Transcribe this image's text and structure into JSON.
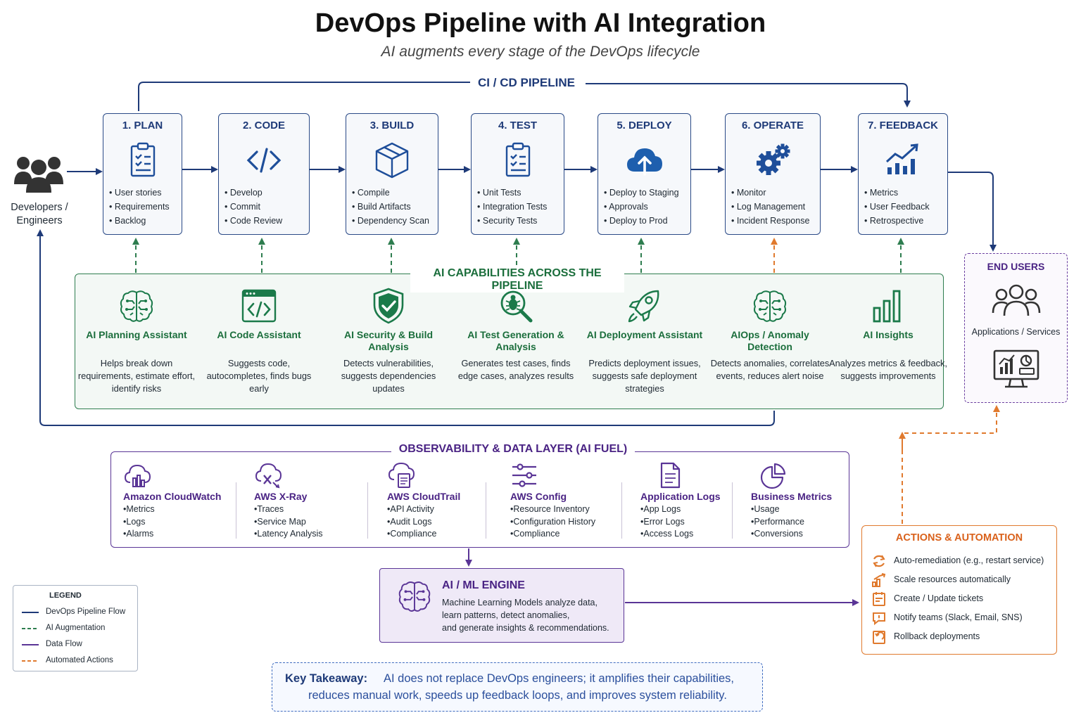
{
  "title": "DevOps Pipeline with AI Integration",
  "subtitle": "AI augments every stage of the DevOps lifecycle",
  "cicd_label": "CI / CD PIPELINE",
  "developers_label": [
    "Developers /",
    "Engineers"
  ],
  "stages": [
    {
      "title": "1. PLAN",
      "icon": "clipboard-icon",
      "items": [
        "User stories",
        "Requirements",
        "Backlog"
      ]
    },
    {
      "title": "2. CODE",
      "icon": "code-icon",
      "items": [
        "Develop",
        "Commit",
        "Code Review"
      ]
    },
    {
      "title": "3. BUILD",
      "icon": "package-box-icon",
      "items": [
        "Compile",
        "Build Artifacts",
        "Dependency Scan"
      ]
    },
    {
      "title": "4. TEST",
      "icon": "checklist-icon",
      "items": [
        "Unit Tests",
        "Integration Tests",
        "Security Tests"
      ]
    },
    {
      "title": "5. DEPLOY",
      "icon": "cloud-upload-icon",
      "items": [
        "Deploy to Staging",
        "Approvals",
        "Deploy to Prod"
      ]
    },
    {
      "title": "6. OPERATE",
      "icon": "gears-icon",
      "items": [
        "Monitor",
        "Log Management",
        "Incident Response"
      ]
    },
    {
      "title": "7. FEEDBACK",
      "icon": "chart-growth-icon",
      "items": [
        "Metrics",
        "User Feedback",
        "Retrospective"
      ]
    }
  ],
  "ai_panel_title": "AI CAPABILITIES ACROSS THE PIPELINE",
  "ai_capabilities": [
    {
      "title": "AI Planning Assistant",
      "icon": "brain-icon",
      "desc": "Helps break down requirements, estimate effort, identify risks"
    },
    {
      "title": "AI Code Assistant",
      "icon": "code-window-icon",
      "desc": "Suggests code, autocompletes, finds bugs early"
    },
    {
      "title": "AI Security & Build Analysis",
      "icon": "shield-check-icon",
      "desc": "Detects vulnerabilities, suggests dependencies updates"
    },
    {
      "title": "AI Test Generation & Analysis",
      "icon": "bug-search-icon",
      "desc": "Generates test cases, finds edge cases, analyzes results"
    },
    {
      "title": "AI Deployment Assistant",
      "icon": "rocket-icon",
      "desc": "Predicts deployment issues, suggests safe deployment strategies"
    },
    {
      "title": "AIOps / Anomaly Detection",
      "icon": "brain-icon",
      "desc": "Detects anomalies, correlates events, reduces alert noise"
    },
    {
      "title": "AI Insights",
      "icon": "bar-chart-icon",
      "desc": "Analyzes metrics & feedback, suggests improvements"
    }
  ],
  "end_users": {
    "title": "END USERS",
    "subtitle": "Applications / Services"
  },
  "observability_title": "OBSERVABILITY & DATA LAYER (AI FUEL)",
  "observability": [
    {
      "title": "Amazon CloudWatch",
      "icon": "cloud-chart-icon",
      "items": [
        "Metrics",
        "Logs",
        "Alarms"
      ]
    },
    {
      "title": "AWS X-Ray",
      "icon": "cloud-xray-icon",
      "items": [
        "Traces",
        "Service Map",
        "Latency Analysis"
      ]
    },
    {
      "title": "AWS CloudTrail",
      "icon": "cloud-document-icon",
      "items": [
        "API Activity",
        "Audit Logs",
        "Compliance"
      ]
    },
    {
      "title": "AWS Config",
      "icon": "sliders-icon",
      "items": [
        "Resource Inventory",
        "Configuration History",
        "Compliance"
      ]
    },
    {
      "title": "Application Logs",
      "icon": "log-file-icon",
      "items": [
        "App Logs",
        "Error Logs",
        "Access Logs"
      ]
    },
    {
      "title": "Business Metrics",
      "icon": "pie-chart-icon",
      "items": [
        "Usage",
        "Performance",
        "Conversions"
      ]
    }
  ],
  "ml_engine": {
    "title": "AI / ML ENGINE",
    "desc_lines": [
      "Machine Learning Models analyze data,",
      "learn patterns, detect anomalies,",
      "and generate insights & recommendations."
    ]
  },
  "actions_title": "ACTIONS & AUTOMATION",
  "actions": [
    {
      "label": "Auto-remediation (e.g., restart service)",
      "icon": "refresh-icon"
    },
    {
      "label": "Scale resources automatically",
      "icon": "scale-up-icon"
    },
    {
      "label": "Create / Update tickets",
      "icon": "ticket-icon"
    },
    {
      "label": "Notify teams (Slack, Email, SNS)",
      "icon": "notification-icon"
    },
    {
      "label": "Rollback deployments",
      "icon": "rollback-icon"
    }
  ],
  "legend": {
    "title": "LEGEND",
    "items": [
      {
        "label": "DevOps Pipeline Flow",
        "color": "#1e3a78",
        "style": "solid"
      },
      {
        "label": "AI Augmentation",
        "color": "#2e7d4f",
        "style": "dashed"
      },
      {
        "label": "Data Flow",
        "color": "#5a3596",
        "style": "solid"
      },
      {
        "label": "Automated Actions",
        "color": "#e07a2e",
        "style": "dashed"
      }
    ]
  },
  "takeaway": {
    "label": "Key Takeaway:",
    "line1": "AI does not replace DevOps engineers; it amplifies their capabilities,",
    "line2": "reduces manual work, speeds up feedback loops, and improves system reliability."
  },
  "colors": {
    "pipeline": "#1e3a78",
    "ai": "#2e7d4f",
    "data": "#5a3596",
    "actions": "#e07a2e"
  }
}
